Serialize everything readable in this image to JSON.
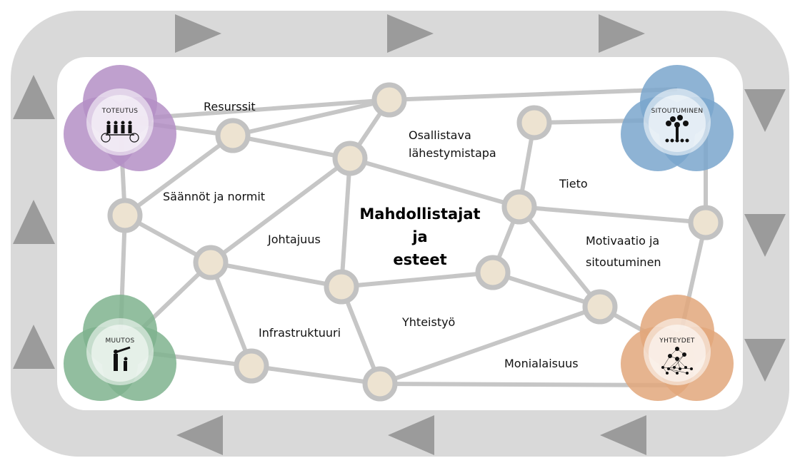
{
  "title": {
    "line1": "Mahdollistajat",
    "line2": "ja",
    "line3": "esteet"
  },
  "hubs": {
    "toteutus": {
      "label": "TOTEUTUS",
      "color": "#b48fc6",
      "icon": "tandem-bicycle-icon"
    },
    "sitoutuminen": {
      "label": "SITOUTUMINEN",
      "color": "#7aa6cc",
      "icon": "tree-icon"
    },
    "muutos": {
      "label": "MUUTOS",
      "color": "#7fb38e",
      "icon": "telescope-people-icon"
    },
    "yhteydet": {
      "label": "YHTEYDET",
      "color": "#e2a77b",
      "icon": "network-icon"
    }
  },
  "labels": {
    "resurssit": "Resurssit",
    "osallistava_1": "Osallistava",
    "osallistava_2": "lähestymistapa",
    "saannot": "Säännöt ja normit",
    "tieto": "Tieto",
    "johtajuus": "Johtajuus",
    "motivaatio_1": "Motivaatio ja",
    "motivaatio_2": "sitoutuminen",
    "infrastruktuuri": "Infrastruktuuri",
    "yhteistyo": "Yhteistyö",
    "monialaisuus": "Monialaisuus"
  },
  "colors": {
    "loop": "#d9d9d9",
    "arrow": "#9b9b9b",
    "edge": "#c6c6c6",
    "node_fill": "#ede3d1",
    "node_stroke": "#c2c2c2"
  }
}
